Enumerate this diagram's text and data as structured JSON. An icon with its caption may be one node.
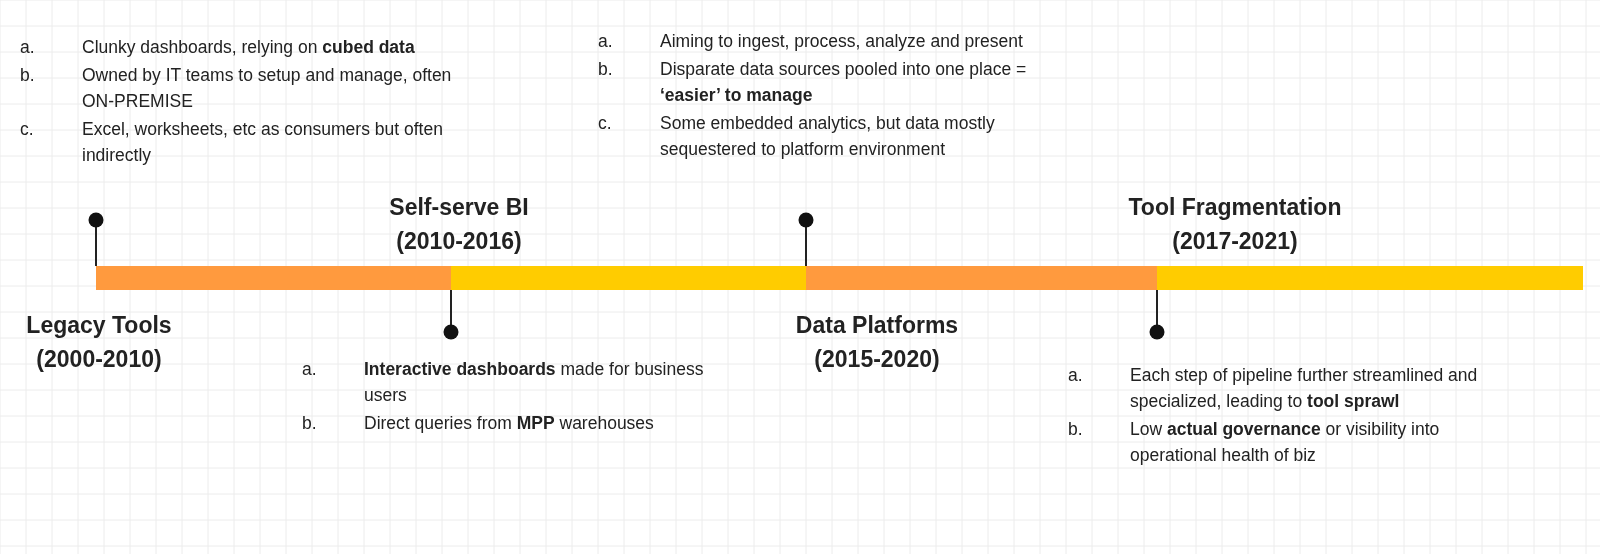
{
  "diagram": {
    "labels": [
      "a.",
      "Clunky dashboards, relying on **cubed data**",
      "b.",
      "Owned by IT teams to setup and manage, often ON-PREMISE",
      "c.",
      "Excel, worksheets, etc as consumers but often indirectly",
      "a.",
      "Aiming to ingest, process, analyze and present",
      "b.",
      "Disparate data sources pooled into one place = **‘easier’ to manage**",
      "c.",
      "Some embedded analytics, but data mostly sequestered to platform environment",
      "Self-serve BI (2010-2016)",
      "Tool Fragmentation (2017-2021)",
      "Legacy Tools (2000-2010)",
      "Data Platforms (2015-2020)",
      "a.",
      "**Interactive dashboards** made for business users",
      "b.",
      "Direct queries from **MPP** warehouses",
      "a.",
      "Each step of pipeline further streamlined and specialized, leading to **tool sprawl**",
      "b.",
      "Low **actual governance** or visibility into operational health of biz"
    ]
  }
}
